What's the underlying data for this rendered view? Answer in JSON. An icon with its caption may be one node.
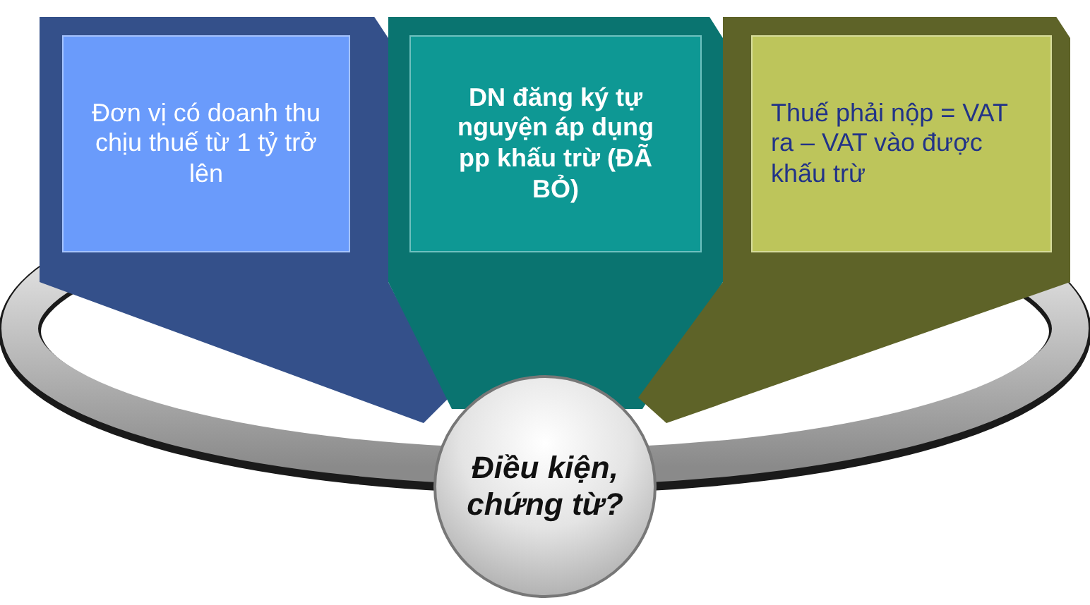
{
  "diagram": {
    "nodes": [
      {
        "text": [
          "Đơn vị có doanh thu chịu thuế từ 1 tỷ trở lên"
        ]
      },
      {
        "text": [
          "DN đăng ký tự nguyện áp dụng pp khấu trừ **(ĐÃ BỎ)**"
        ]
      },
      {
        "text": [
          "Thuế phải nộp = VAT ra – VAT vào được khấu trừ"
        ]
      },
      {
        "text": [
          "Điều kiện, chứng từ?"
        ]
      }
    ]
  }
}
